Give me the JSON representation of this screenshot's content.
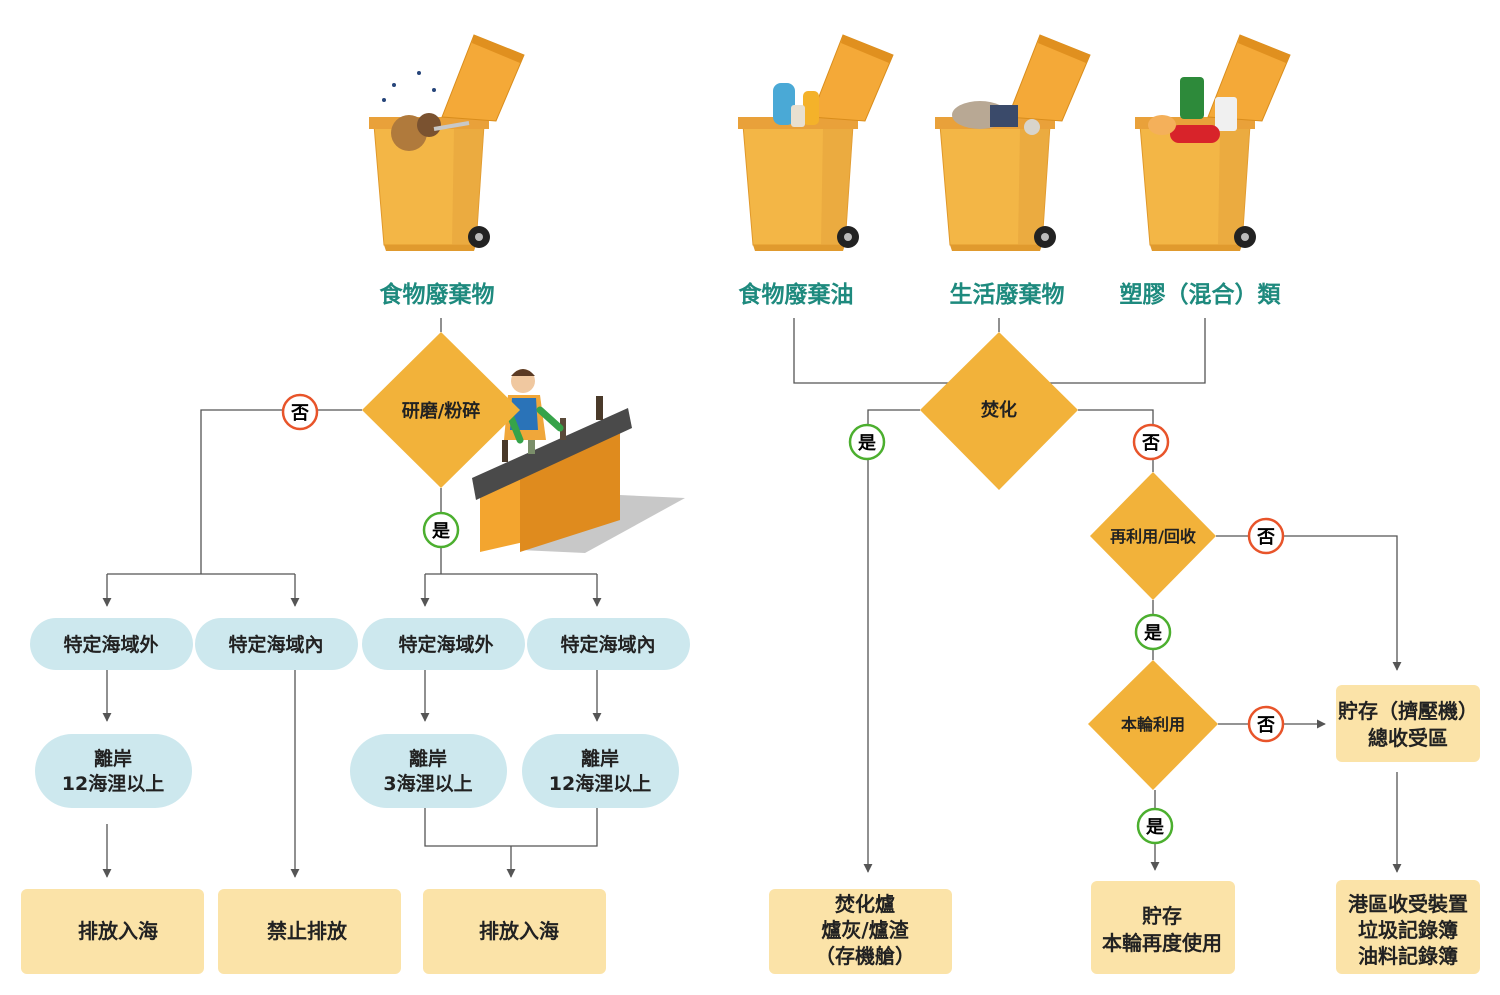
{
  "categories": {
    "food_waste": "食物廢棄物",
    "food_oil": "食物廢棄油",
    "domestic_waste": "生活廢棄物",
    "plastics": "塑膠（混合）類"
  },
  "decisions": {
    "grind": "研磨/粉碎",
    "incinerate": "焚化",
    "reuse_recycle": "再利用/回收",
    "ship_use": "本輪利用"
  },
  "answers": {
    "yes": "是",
    "no": "否"
  },
  "zones": {
    "outside_a": "特定海域外",
    "inside_a": "特定海域內",
    "outside_b": "特定海域外",
    "inside_b": "特定海域內"
  },
  "distances": {
    "d12_a": [
      "離岸",
      "12海浬以上"
    ],
    "d3": [
      "離岸",
      "3海浬以上"
    ],
    "d12_b": [
      "離岸",
      "12海浬以上"
    ]
  },
  "outcomes": {
    "discharge_a": "排放入海",
    "prohibited": "禁止排放",
    "discharge_b": "排放入海",
    "incinerator": [
      "焚化爐",
      "爐灰/爐渣",
      "（存機艙）"
    ],
    "store_reuse": [
      "貯存",
      "本輪再度使用"
    ],
    "store_compact": [
      "貯存（擠壓機）",
      "總收受區"
    ],
    "port": [
      "港區收受裝置",
      "垃圾記錄簿",
      "油料記錄簿"
    ]
  },
  "colors": {
    "diamond": "#f2b23a",
    "bin": "#f3b646",
    "teal_text": "#1e8a7e",
    "pill": "#cde8ee",
    "result_box": "#fbe3a8",
    "yes_ring": "#4caf2f",
    "no_ring": "#e8542a"
  }
}
